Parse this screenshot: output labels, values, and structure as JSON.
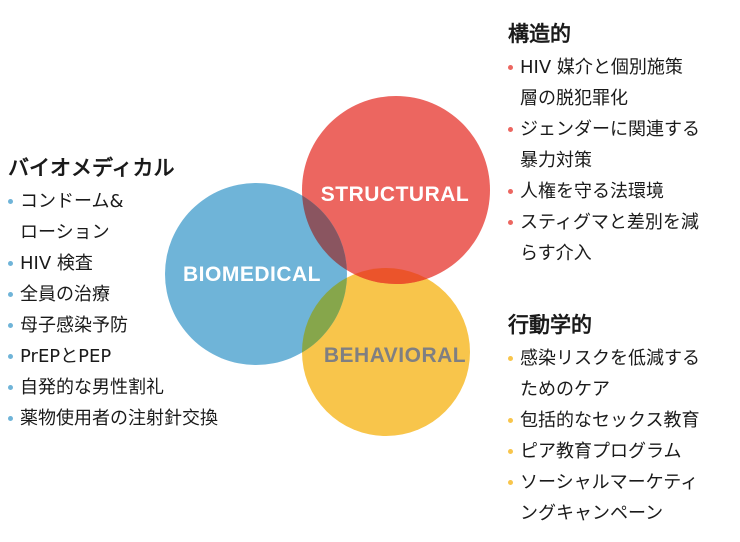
{
  "colors": {
    "biomedical": "#6fb4d8",
    "structural": "#ec6660",
    "behavioral": "#f8c54b",
    "overlap_bio_struct": "#8a5560",
    "overlap_struct_behav": "#eb542b",
    "overlap_bio_behav": "#86a64b",
    "overlap_all": "#7a3a28"
  },
  "diagram": {
    "circles": [
      {
        "id": "biomedical",
        "label": "BIOMEDICAL"
      },
      {
        "id": "structural",
        "label": "STRUCTURAL"
      },
      {
        "id": "behavioral",
        "label": "BEHAVIORAL"
      }
    ]
  },
  "groups": {
    "biomedical": {
      "title": "バイオメディカル",
      "items": [
        "コンドーム&",
        "ローション",
        "HIV 検査",
        "全員の治療",
        "母子感染予防",
        "PrEPとPEP",
        "自発的な男性割礼",
        "薬物使用者の注射針交換"
      ],
      "bulleted": [
        true,
        false,
        true,
        true,
        true,
        true,
        true,
        true
      ]
    },
    "structural": {
      "title": "構造的",
      "items": [
        "HIV 媒介と個別施策",
        "層の脱犯罪化",
        "ジェンダーに関連する",
        "暴力対策",
        "人権を守る法環境",
        "スティグマと差別を減",
        "らす介入"
      ],
      "bulleted": [
        true,
        false,
        true,
        false,
        true,
        true,
        false
      ]
    },
    "behavioral": {
      "title": "行動学的",
      "items": [
        "感染リスクを低減する",
        "ためのケア",
        "包括的なセックス教育",
        "ピア教育プログラム",
        "ソーシャルマーケティ",
        "ングキャンペーン"
      ],
      "bulleted": [
        true,
        false,
        true,
        true,
        true,
        false
      ]
    }
  }
}
